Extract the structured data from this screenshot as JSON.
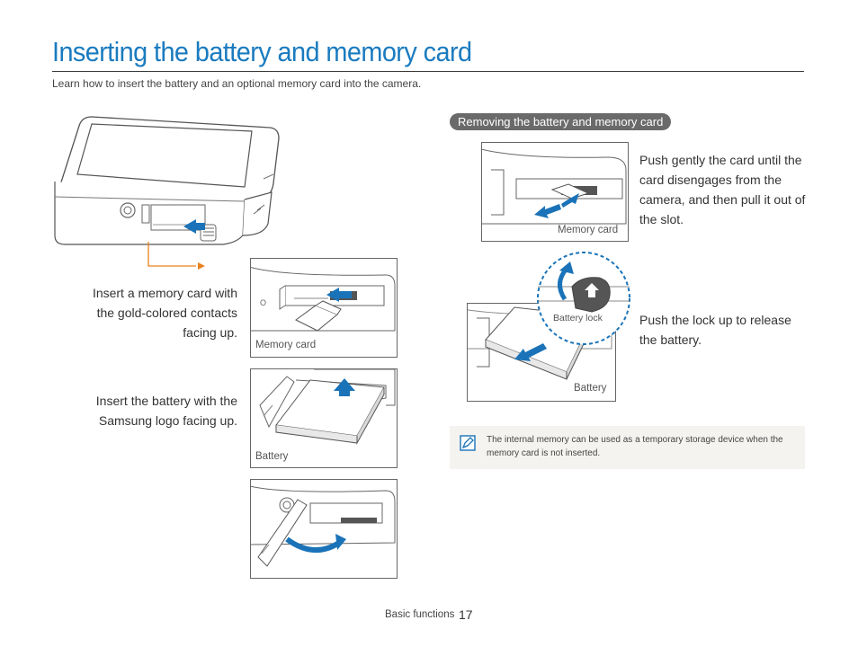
{
  "page": {
    "title": "Inserting the battery and memory card",
    "subtitle": "Learn how to insert the battery and an optional memory card into the camera."
  },
  "insert_section": {
    "memory_card_instruction": "Insert a memory card with the gold-colored contacts facing up.",
    "memory_card_caption": "Memory card",
    "battery_instruction": "Insert the battery with the Samsung logo facing up.",
    "battery_caption": "Battery"
  },
  "remove_section": {
    "heading": "Removing the battery and memory card",
    "memory_card_instruction": "Push gently the card until the card disengages from the camera, and then pull it out of the slot.",
    "memory_card_caption": "Memory card",
    "battery_lock_caption": "Battery lock",
    "battery_instruction": "Push the lock up to release the battery.",
    "battery_caption": "Battery"
  },
  "note": {
    "text": "The internal memory can be used as a temporary storage device when the memory card is not inserted."
  },
  "footer": {
    "section_name": "Basic functions",
    "page_number": "17"
  },
  "colors": {
    "title_blue": "#1a7bbf",
    "arrow_blue": "#1a73b8",
    "guide_orange": "#e8821e",
    "pill_gray": "#6a6a6a",
    "note_bg": "#f4f3f0"
  }
}
